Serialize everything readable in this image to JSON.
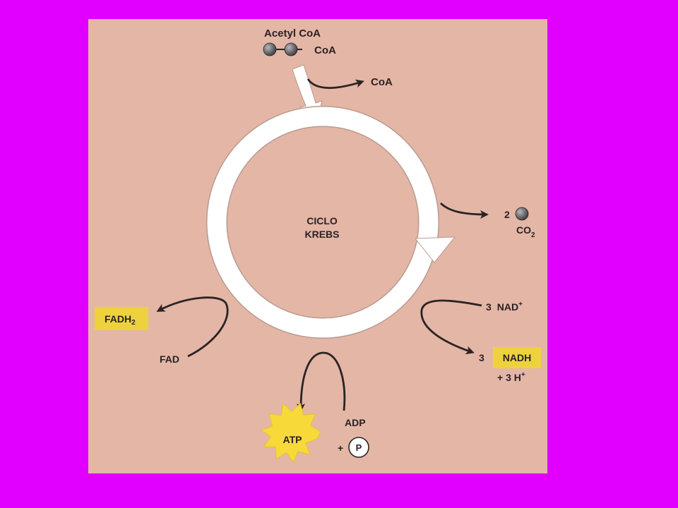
{
  "colors": {
    "page_background": "#e100ff",
    "panel_background": "#e4b6a6",
    "highlight_box": "#edd23e",
    "atp_star": "#f7d93a",
    "molecule": "#6b6a6f",
    "arrow": "#2b2424"
  },
  "acetyl_coa": {
    "title": "Acetyl CoA",
    "coa_attached": "CoA",
    "coa_released": "CoA"
  },
  "cycle": {
    "line1": "CICLO",
    "line2": "KREBS"
  },
  "co2": {
    "count": "2",
    "formula": "CO",
    "subscript": "2"
  },
  "nad": {
    "count": "3",
    "formula": "NAD",
    "superscript": "+"
  },
  "nadh": {
    "count": "3",
    "formula": "NADH",
    "protons": "+ 3 H",
    "protons_superscript": "+"
  },
  "fadh2": {
    "formula": "FADH",
    "subscript": "2"
  },
  "fad": {
    "label": "FAD"
  },
  "atp": {
    "label": "ATP"
  },
  "adp": {
    "label": "ADP",
    "plus": "+",
    "phosphate": "P"
  }
}
